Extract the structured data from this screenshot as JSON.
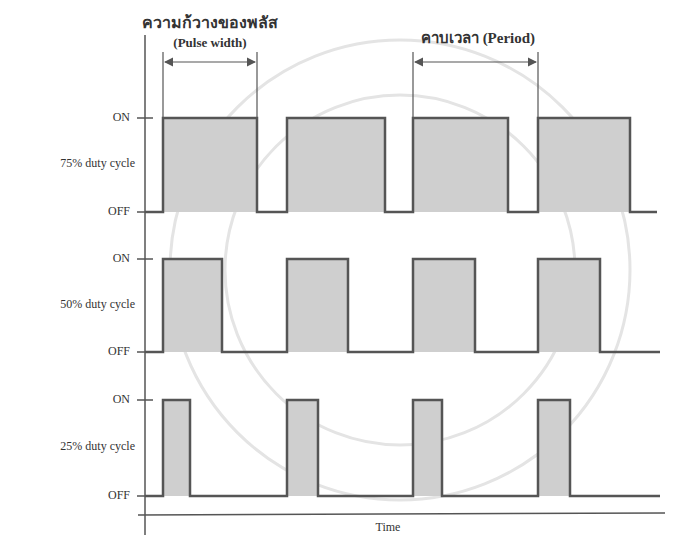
{
  "diagram": {
    "labels": [
      "ความก้วางของพลัส",
      "(Pulse width)",
      "คาบเวลา (Period)",
      "ON",
      "75% duty cycle",
      "OFF",
      "ON",
      "50% duty cycle",
      "OFF",
      "ON",
      "25% duty cycle",
      "OFF",
      "Time"
    ]
  }
}
